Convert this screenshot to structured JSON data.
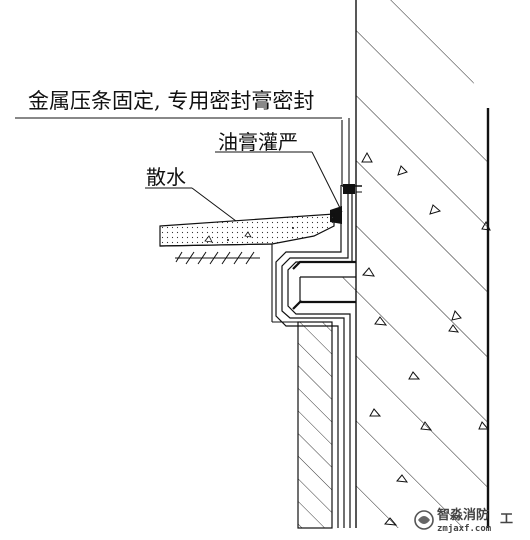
{
  "labels": {
    "metal_strip": "金属压条固定, 专用密封膏密封",
    "oil_paste": "油膏灌严",
    "apron": "散水"
  },
  "watermark": {
    "brand": "智淼消防",
    "site": "zmjaxf.com",
    "suffix": "工"
  }
}
